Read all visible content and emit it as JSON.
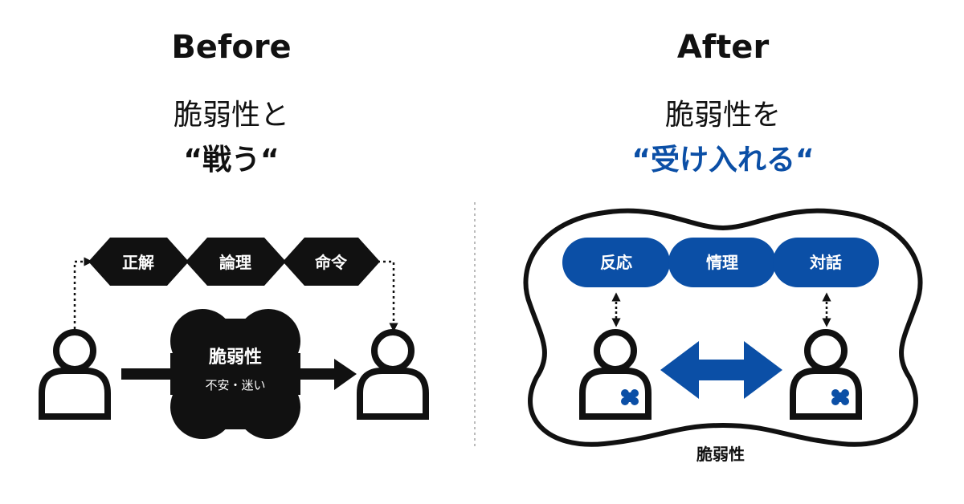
{
  "before": {
    "heading": "Before",
    "line1": "脆弱性と",
    "line2": "“戦う“",
    "hexagons": [
      "正解",
      "論理",
      "命令"
    ],
    "cloud_title": "脆弱性",
    "cloud_sub": "不安・迷い"
  },
  "after": {
    "heading": "After",
    "line1": "脆弱性を",
    "line2": "“受け入れる“",
    "pills": [
      "反応",
      "情理",
      "対話"
    ],
    "blob_label": "脆弱性"
  },
  "colors": {
    "accent": "#0b4fa6",
    "dark": "#111111"
  },
  "icons": [
    "person-icon",
    "double-arrow-icon",
    "right-arrow-icon",
    "puzzle-icon"
  ]
}
